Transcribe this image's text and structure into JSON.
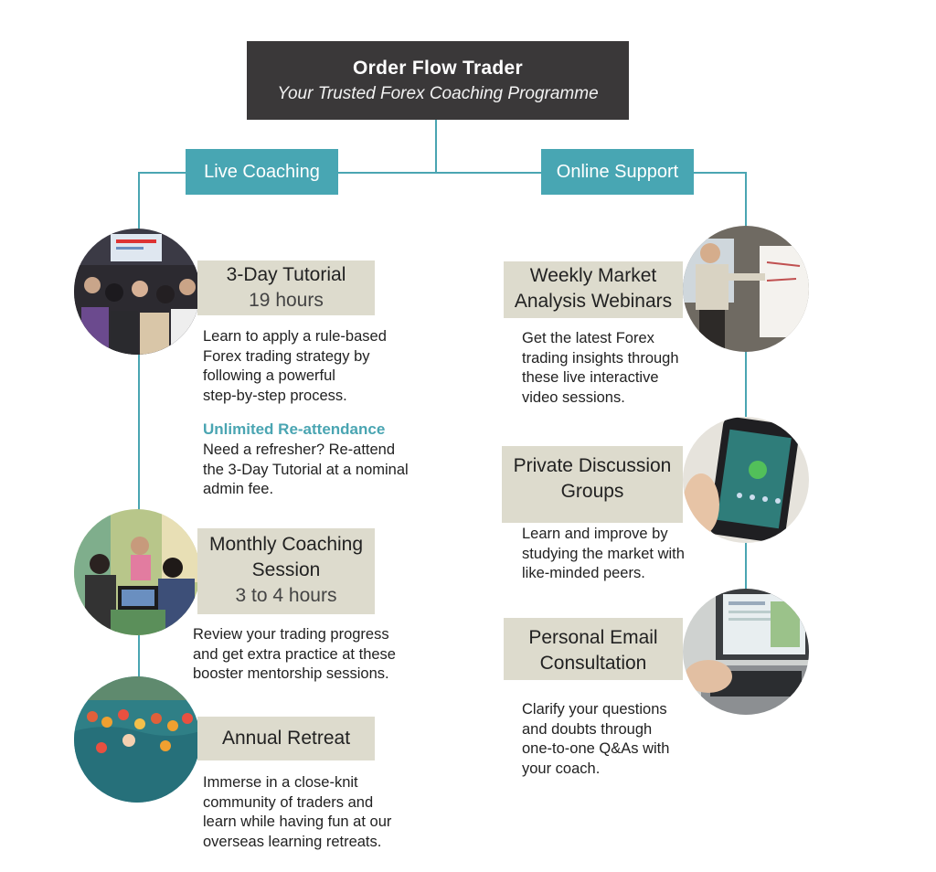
{
  "header": {
    "title": "Order Flow Trader",
    "subtitle": "Your Trusted Forex Coaching Programme"
  },
  "branches": {
    "live": "Live Coaching",
    "online": "Online Support"
  },
  "live_items": [
    {
      "title": "3-Day Tutorial",
      "duration": "19 hours",
      "desc": [
        "Learn to apply a rule-based",
        "Forex trading strategy by",
        "following a powerful",
        "step-by-step process."
      ],
      "extra_title": "Unlimited Re-attendance",
      "extra_desc": [
        "Need a refresher? Re-attend",
        "the 3-Day Tutorial at a nominal",
        "admin fee."
      ]
    },
    {
      "title_lines": [
        "Monthly Coaching",
        "Session"
      ],
      "duration": "3 to 4 hours",
      "desc": [
        "Review your trading progress",
        "and get extra practice at these",
        "booster mentorship sessions."
      ]
    },
    {
      "title": "Annual Retreat",
      "desc": [
        "Immerse in a close-knit",
        "community of traders and",
        "learn while having fun at our",
        "overseas learning retreats."
      ]
    }
  ],
  "online_items": [
    {
      "title_lines": [
        "Weekly Market",
        "Analysis Webinars"
      ],
      "desc": [
        "Get the latest Forex",
        "trading insights through",
        "these live interactive",
        "video sessions."
      ]
    },
    {
      "title_lines": [
        "Private Discussion",
        "Groups"
      ],
      "desc": [
        "Learn and improve by",
        "studying the market with",
        "like-minded peers."
      ]
    },
    {
      "title_lines": [
        "Personal Email",
        "Consultation"
      ],
      "desc": [
        "Clarify your questions",
        "and doubts through",
        "one-to-one Q&As with",
        "your coach."
      ]
    }
  ],
  "colors": {
    "accent": "#4aa5b2",
    "title_bg": "#3a3839",
    "item_bg": "#dddbcd"
  }
}
